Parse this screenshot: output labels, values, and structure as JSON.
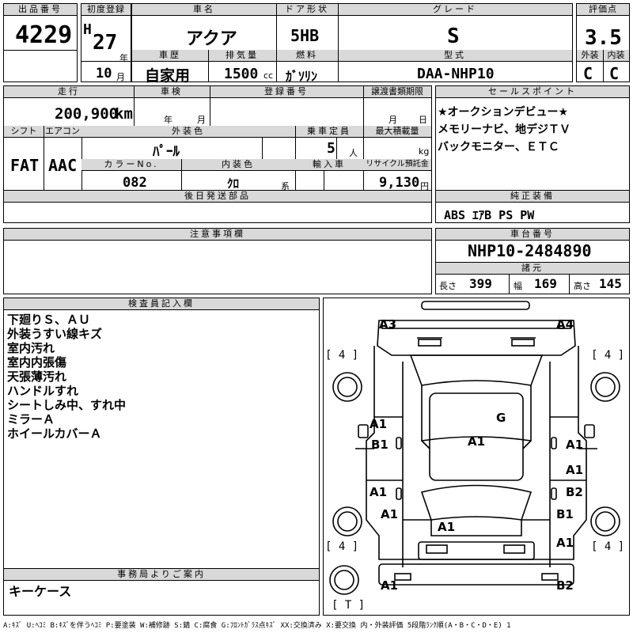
{
  "listing": {
    "lot_label": "出品番号",
    "lot_number": "4229",
    "reg_label": "初度登録",
    "reg_era": "H",
    "reg_year": "27",
    "reg_year_unit": "年",
    "reg_month": "10",
    "reg_month_unit": "月",
    "name_label": "車名",
    "car_name": "アクア",
    "door_label": "ドア形状",
    "door_type": "5HB",
    "grade_label": "グレード",
    "grade": "S",
    "score_label": "評価点",
    "score": "3.5",
    "history_label": "車歴",
    "history": "自家用",
    "displacement_label": "排気量",
    "displacement": "1500",
    "displacement_unit": "cc",
    "fuel_label": "燃料",
    "fuel": "ｶﾞｿﾘﾝ",
    "model_label": "型式",
    "model_code": "DAA-NHP10",
    "exterior_label": "外装",
    "exterior_grade": "C",
    "interior_label": "内装",
    "interior_grade": "C"
  },
  "specs": {
    "mileage_label": "走行",
    "mileage": "200,900",
    "mileage_unit": "km",
    "inspection_label": "車検",
    "inspection_year_unit": "年",
    "inspection_month_unit": "月",
    "plate_label": "登録番号",
    "transfer_label": "譲渡書類期限",
    "transfer_month_unit": "月",
    "transfer_day_unit": "日",
    "shift_label": "シフト",
    "shift": "FAT",
    "ac_label": "エアコン",
    "ac": "AAC",
    "ext_color_label": "外装色",
    "ext_color": "ﾊﾟｰﾙ",
    "capacity_label": "乗車定員",
    "capacity": "5",
    "capacity_unit": "人",
    "max_load_label": "最大積載量",
    "max_load_unit": "kg",
    "color_no_label": "カラーNo.",
    "color_no": "082",
    "int_color_label": "内装色",
    "int_color": "ｸﾛ",
    "int_color_unit": "系",
    "import_label": "輸入車",
    "recycle_label": "リサイクル預託金",
    "recycle_fee": "9,130",
    "recycle_unit": "円",
    "later_parts_label": "後日発送部品"
  },
  "sales": {
    "label": "セールスポイント",
    "points": [
      "★オークションデビュー★",
      "メモリーナビ、地デジＴＶ",
      "バックモニター、ＥＴＣ"
    ],
    "equipment_label": "純正装備",
    "equipment": "ABS ｴｱB PS PW"
  },
  "notes": {
    "label": "注意事項欄"
  },
  "chassis": {
    "label": "車台番号",
    "number": "NHP10-2484890",
    "dims_label": "諸元",
    "length_label": "長さ",
    "length": "399",
    "width_label": "幅",
    "width": "169",
    "height_label": "高さ",
    "height": "145"
  },
  "inspector": {
    "label": "検査員記入欄",
    "lines": [
      "下廻りＳ、ＡＵ",
      "外装うすい線キズ",
      "室内汚れ",
      "室内内張傷",
      "天張薄汚れ",
      "ハンドルすれ",
      "シートしみ中、すれ中",
      "ミラーＡ",
      "ホイールカバーＡ"
    ]
  },
  "office": {
    "label": "事務局よりご案内",
    "note": "キーケース"
  },
  "diagram": {
    "marks": [
      "A3",
      "A4",
      "A1",
      "B1",
      "G",
      "A1",
      "A1",
      "A1",
      "A1",
      "B2",
      "A1",
      "A1",
      "B1",
      "A1",
      "A1",
      "A1",
      "B2"
    ],
    "tires": [
      "[ 4 ]",
      "[ 4 ]",
      "[ 4 ]",
      "[ 4 ]",
      "[ T ]"
    ]
  },
  "legend": "A:ｷｽﾞ  U:ﾍｺﾐ  B:ｷｽﾞを伴うﾍｺﾐ  P:要塗装  W:補修跡  S:錆  C:腐食  G:ﾌﾛﾝﾄｶﾞﾗｽ点ｷｽﾞ  XX:交換済み  X:要交換   内・外装評価  5段階ﾗﾝｸ順(A・B・C・D・E) 1"
}
